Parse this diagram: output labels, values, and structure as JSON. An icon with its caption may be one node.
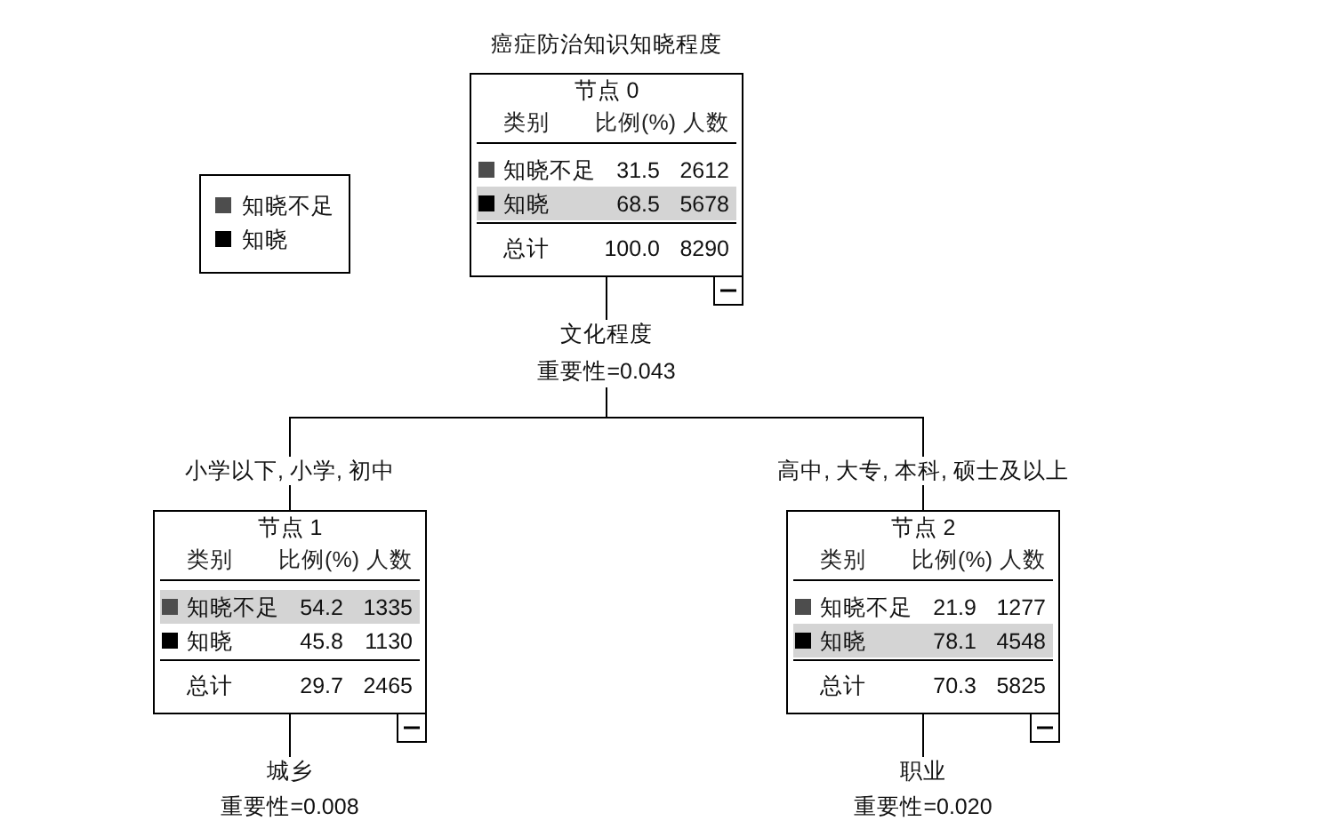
{
  "diagram": {
    "title": "癌症防治知识知晓程度",
    "nodes": [
      {
        "text": [
          "节点 0",
          "类别",
          "比例(%)",
          "人数",
          "知晓不足",
          "31.5",
          "2612",
          "知晓",
          "68.5",
          "5678",
          "总计",
          "100.0",
          "8290"
        ]
      },
      {
        "text": [
          "文化程度",
          "重要性=0.043"
        ]
      },
      {
        "text": [
          "节点 1",
          "类别",
          "比例(%)",
          "人数",
          "知晓不足",
          "54.2",
          "1335",
          "知晓",
          "45.8",
          "1130",
          "总计",
          "29.7",
          "2465"
        ]
      },
      {
        "text": [
          "节点 2",
          "类别",
          "比例(%)",
          "人数",
          "知晓不足",
          "21.9",
          "1277",
          "知晓",
          "78.1",
          "4548",
          "总计",
          "70.3",
          "5825"
        ]
      },
      {
        "text": [
          "城乡",
          "重要性=0.008"
        ]
      },
      {
        "text": [
          "职业",
          "重要性=0.020"
        ]
      }
    ],
    "edges": [
      {
        "from": 0,
        "to": 1,
        "arrow": "none"
      },
      {
        "from": 1,
        "to": 2,
        "arrow": "none",
        "label": "小学以下, 小学, 初中"
      },
      {
        "from": 1,
        "to": 3,
        "arrow": "none",
        "label": "高中, 大专, 本科, 硕士及以上"
      },
      {
        "from": 2,
        "to": 4,
        "arrow": "none"
      },
      {
        "from": 3,
        "to": 5,
        "arrow": "none"
      }
    ],
    "legend": [
      {
        "text": "知晓不足",
        "color": "#4d4d4d"
      },
      {
        "text": "知晓",
        "color": "#000000"
      }
    ]
  }
}
